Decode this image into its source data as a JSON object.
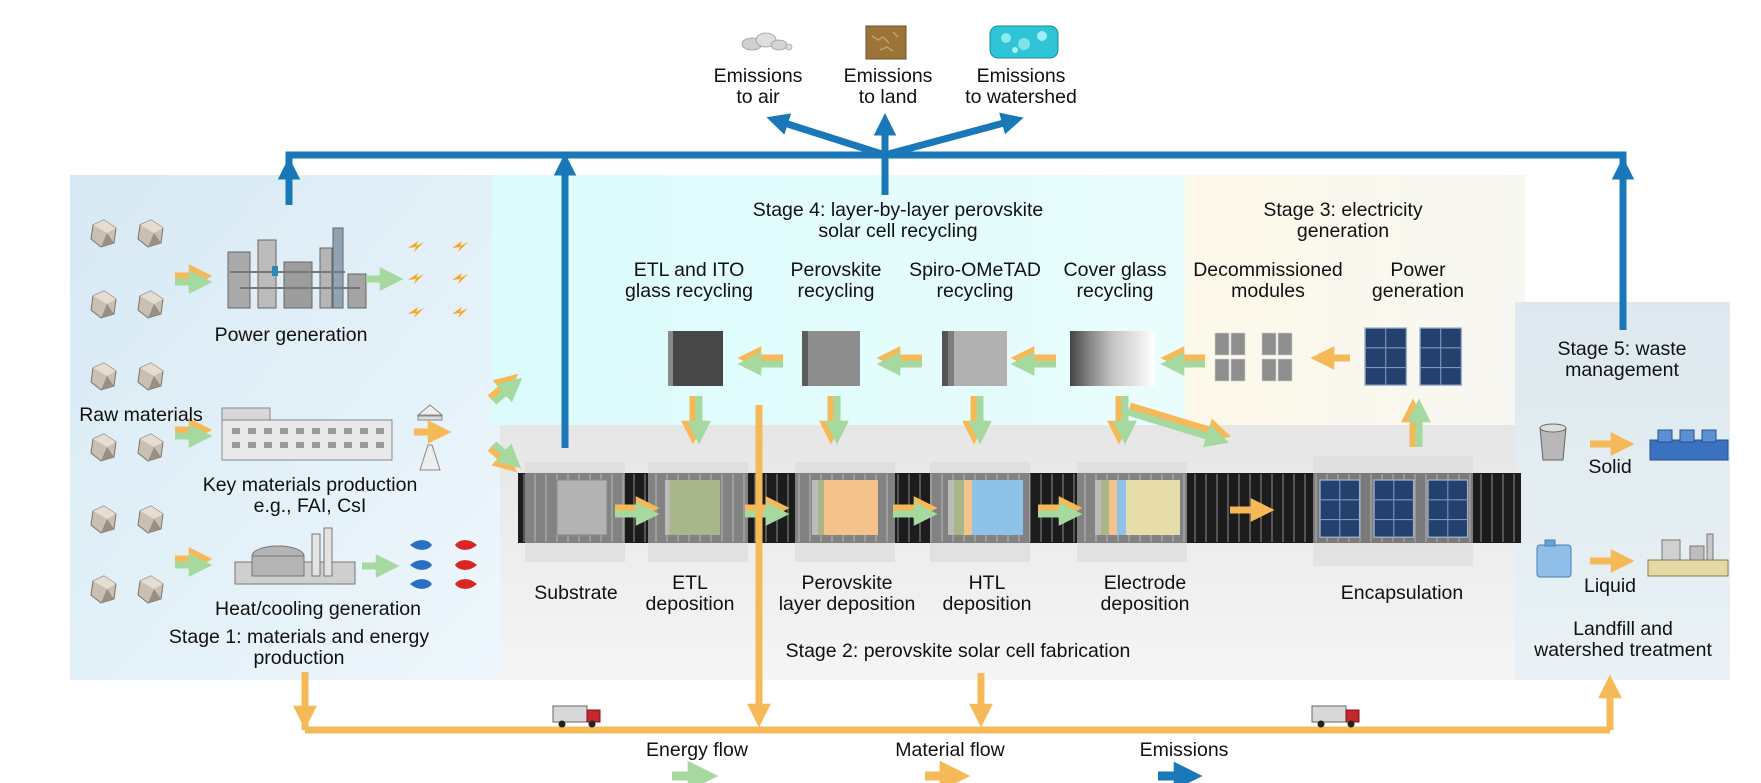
{
  "emissions_top": {
    "air": [
      "Emissions",
      "to air"
    ],
    "land": [
      "Emissions",
      "to land"
    ],
    "watershed": [
      "Emissions",
      "to watershed"
    ]
  },
  "stage1": {
    "title": [
      "Stage 1: materials and energy",
      "production"
    ],
    "raw_materials": "Raw materials",
    "power_generation": "Power generation",
    "key_materials": [
      "Key materials production",
      "e.g., FAI, CsI"
    ],
    "heat_cooling": "Heat/cooling generation"
  },
  "stage2": {
    "title": "Stage 2: perovskite solar cell fabrication",
    "steps": [
      [
        "Substrate"
      ],
      [
        "ETL",
        "deposition"
      ],
      [
        "Perovskite",
        "layer deposition"
      ],
      [
        "HTL",
        "deposition"
      ],
      [
        "Electrode",
        "deposition"
      ],
      [
        "Encapsulation"
      ]
    ]
  },
  "stage3": {
    "title": [
      "Stage 3: electricity",
      "generation"
    ],
    "decommissioned": [
      "Decommissioned",
      "modules"
    ],
    "power": [
      "Power",
      "generation"
    ]
  },
  "stage4": {
    "title": [
      "Stage 4: layer-by-layer perovskite",
      "solar cell recycling"
    ],
    "steps": [
      [
        "ETL and ITO",
        "glass recycling"
      ],
      [
        "Perovskite",
        "recycling"
      ],
      [
        "Spiro-OMeTAD",
        "recycling"
      ],
      [
        "Cover glass",
        "recycling"
      ]
    ]
  },
  "stage5": {
    "title": [
      "Stage 5: waste",
      "management"
    ],
    "solid": "Solid",
    "liquid": "Liquid",
    "landfill": [
      "Landfill and",
      "watershed treatment"
    ]
  },
  "legend": {
    "energy": "Energy flow",
    "material": "Material flow",
    "emissions": "Emissions"
  },
  "colors": {
    "energy_flow": "#a6d9a0",
    "material_flow": "#f6b957",
    "emissions_flow": "#1a78b8",
    "stage1_bg": "#e3f1f9",
    "stage4_bg": "#dffcfd",
    "stage3_bg": "#fdfbec",
    "stage2_bg": "#eeeeee",
    "stage5_bg": "#e6eff3",
    "conveyor": "#1c1c1c",
    "lightning": "#f7a72a",
    "droplet_blue": "#2a6fc4",
    "droplet_red": "#d92525"
  }
}
